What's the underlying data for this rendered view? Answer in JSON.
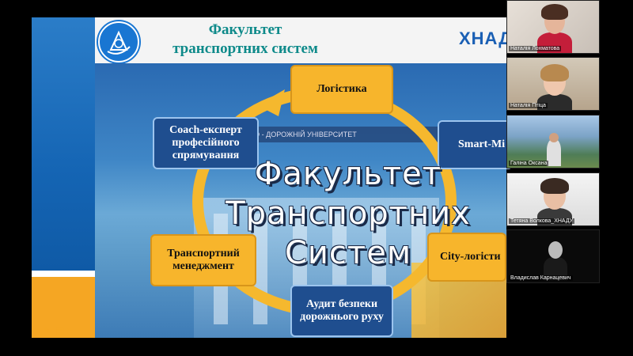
{
  "slide": {
    "header_title_line1": "Факультет",
    "header_title_line2": "транспортних систем",
    "brand": "ХНАД",
    "banner_text": "НАЛЬНИЙ АВТОМОБІЛЬНО - ДОРОЖНІЙ УНІВЕРСИТЕТ",
    "center_title": [
      "Факультет",
      "Транспортних",
      "Систем"
    ],
    "boxes": {
      "logistics": "Логістика",
      "smart": "Smart-Mi",
      "city": "City-логісти",
      "audit": "Аудит безпеки дорожнього руху",
      "management": "Транспортний менеджмент",
      "coach": "Coach-експерт професійного спрямування"
    },
    "colors": {
      "accent_yellow": "#f7b52c",
      "box_blue": "#1f4e8f",
      "title_teal": "#0e8a8a"
    }
  },
  "navbar_icons": [
    "arrow-left-icon",
    "pencil-icon",
    "menu-icon",
    "arrow-right-icon"
  ],
  "participants": [
    {
      "name": "Наталія Лохматова"
    },
    {
      "name": "Наталія Птіца"
    },
    {
      "name": "Галіна Оксана"
    },
    {
      "name": "Тетяна Волкова_ХНАДУ"
    },
    {
      "name": "Владислав Карнацевич"
    }
  ]
}
